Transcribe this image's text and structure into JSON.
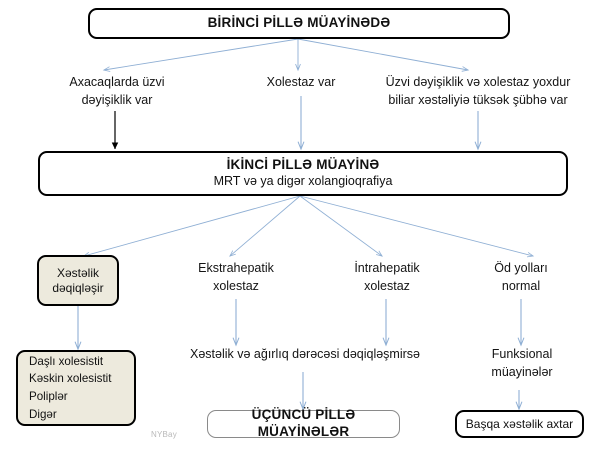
{
  "diagram": {
    "title_node": {
      "label": "BİRİNCİ PİLLƏ MÜAYİNƏDƏ"
    },
    "stage_one_branches": [
      {
        "line1": "Axacaqlarda üzvi",
        "line2": "dəyişiklik var"
      },
      {
        "line1": "Xolestaz var",
        "line2": ""
      },
      {
        "line1": "Üzvi dəyişiklik  və xolestaz yoxdur",
        "line2": "biliar xəstəliyiə tüksək şübhə var"
      }
    ],
    "stage_two_node": {
      "title": "İKİNCİ PİLLƏ MÜAYİNƏ",
      "subtitle": "MRT və ya digər xolangioqrafiya"
    },
    "stage_two_branches": [
      {
        "line1": "Xəstəlik",
        "line2": "dəqiqləşir",
        "type": "filled-box"
      },
      {
        "line1": "Ekstrahepatik",
        "line2": "xolestaz",
        "type": "plain"
      },
      {
        "line1": "İntrahepatik",
        "line2": "xolestaz",
        "type": "plain"
      },
      {
        "line1": "Öd yolları",
        "line2": "normal",
        "type": "plain"
      }
    ],
    "diagnosis_list": {
      "items": [
        "Daşlı xolesistit",
        "Kəskin xolesistit",
        "Poliplər",
        "Digər"
      ]
    },
    "mid_labels": {
      "uncertain": "Xəstəlik və ağırlıq dərəcəsi dəqiqləşmirsə",
      "functional_line1": "Funksional",
      "functional_line2": "müayinələr"
    },
    "terminal_nodes": [
      {
        "label": "ÜÇÜNCÜ PİLLƏ MÜAYİNƏLƏR",
        "style": "thin"
      },
      {
        "label": "Başqa xəstəlik axtar",
        "style": "strong"
      }
    ],
    "watermark": "NYBay",
    "colors": {
      "arrow_blue": "#8FAFD4",
      "arrow_black": "#000000",
      "box_fill_cream": "#EDEADD",
      "border_black": "#000000",
      "border_gray": "#8A8A8A"
    }
  }
}
